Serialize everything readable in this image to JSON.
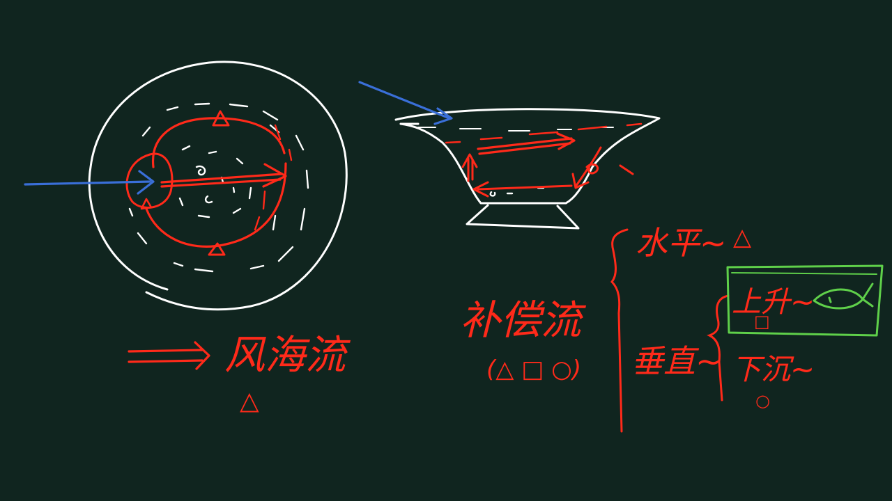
{
  "colors": {
    "background": "#10251f",
    "white_chalk": "#ffffff",
    "red_ink": "#ff2a1a",
    "blue_ink": "#3a6fd8",
    "green_ink": "#5fd04a"
  },
  "left_diagram": {
    "label": "风海流",
    "implication_arrow": "⟹",
    "symbol_below": "△",
    "top_marker": "△",
    "bottom_marker": "△"
  },
  "right_diagram": {
    "compensation_current": "补偿流",
    "compensation_symbols": "(△ □ ○)",
    "horizontal": "水平~",
    "horizontal_symbol": "△",
    "vertical": "垂直~",
    "upwelling": "上升~",
    "upwelling_symbol": "□",
    "downwelling": "下沉~",
    "downwelling_symbol": "○",
    "fish_icon": "fish-icon"
  }
}
